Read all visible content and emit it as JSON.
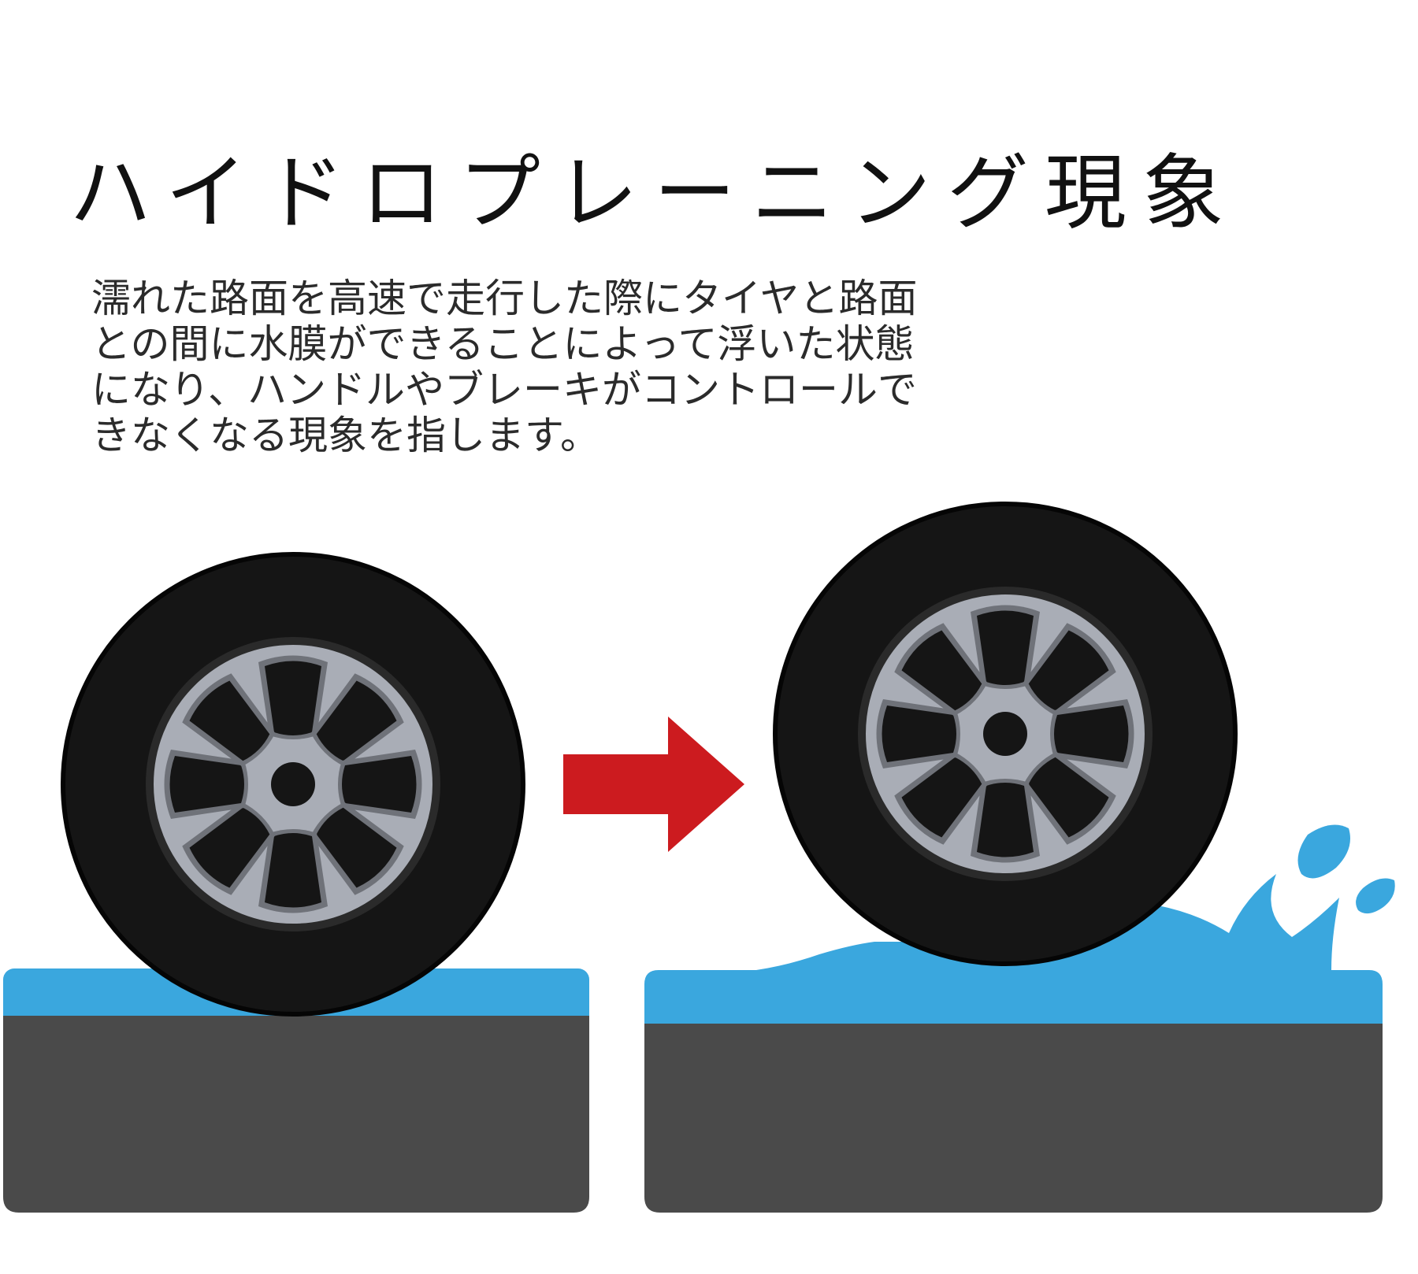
{
  "title": "ハイドロプレーニング現象",
  "description_lines": [
    "濡れた路面を高速で走行した際にタイヤと路面",
    "との間に水膜ができることによって浮いた状態",
    "になり、ハンドルやブレーキがコントロールで",
    "きなくなる現象を指します。"
  ],
  "colors": {
    "tire": "#151515",
    "wheel": "#a9adb6",
    "wheel_shadow": "#6f7279",
    "water": "#3aa7de",
    "road": "#4a4a4a",
    "arrow": "#cc1b1f"
  },
  "icons": {
    "arrow": "right-arrow-icon"
  }
}
